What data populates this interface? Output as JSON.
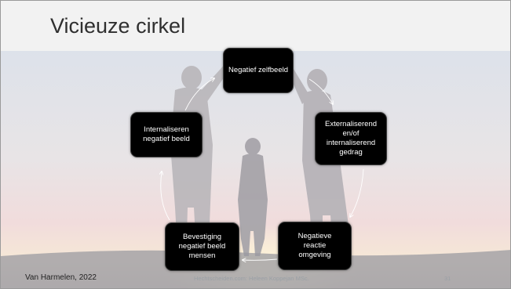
{
  "slide": {
    "title": "Vicieuze cirkel",
    "nodes": [
      "Negatief zelfbeeld",
      "Externaliserend en/of internaliserend gedrag",
      "Negatieve reactie omgeving",
      "Bevestiging negatief beeld mensen",
      "Internaliseren negatief beeld"
    ],
    "footer": {
      "left": "Van Harmelen, 2022",
      "center": "Hechtscheiden.com: Heleen Koppejan MSc.",
      "page_number": "31"
    }
  }
}
